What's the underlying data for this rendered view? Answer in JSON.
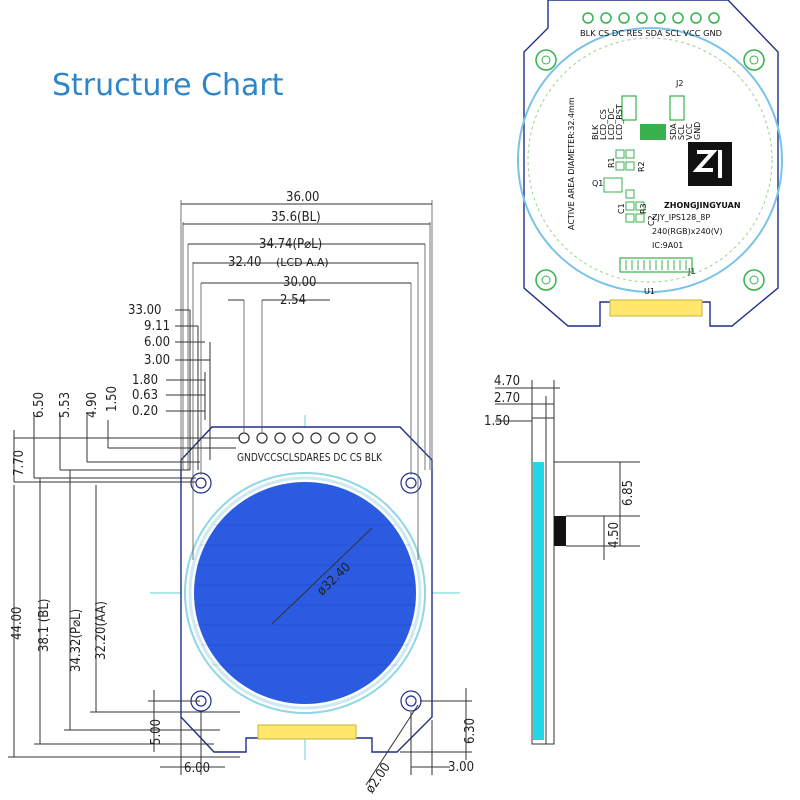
{
  "title": "Structure Chart",
  "front_view": {
    "widths": [
      "36.00",
      "35.6(BL)",
      "34.74(P⌀L)",
      "32.40",
      "(LCD A.A)",
      "30.00",
      "2.54"
    ],
    "left_ys": [
      "33.00",
      "9.11",
      "6.00",
      "3.00",
      "1.80",
      "0.63",
      "0.20"
    ],
    "left_vertical": [
      "6.50",
      "5.53",
      "4.90",
      "1.50",
      "7.70"
    ],
    "heights": [
      "44.00",
      "38.1 (BL)",
      "34.32(P⌀L)",
      "32.20(AA)"
    ],
    "pin_labels": [
      "GND",
      "VCC",
      "SCL",
      "SDA",
      "RES",
      "DC",
      "CS",
      "BLK"
    ],
    "pin_labels_text": "GNDVCCSCLSDARES DC CS BLK",
    "diameter": "ø32.40",
    "bottom": [
      "5.00",
      "6.00",
      "3.00",
      "6.30",
      "ø2.00"
    ]
  },
  "side_view": {
    "dims": [
      "4.70",
      "2.70",
      "1.50",
      "6.85",
      "4.50"
    ]
  },
  "pcb": {
    "pin_row_text": "BLK CS DC RES SDA SCL VCC GND",
    "brand": "ZHONGJINGYUAN",
    "model": "ZJY_IPS128_8P",
    "resolution": "240(RGB)x240(V)",
    "ic": "IC:9A01",
    "active_area": "ACTIVE AREA DIAMETER:32.4mm",
    "refs": [
      "J2",
      "J1",
      "U1",
      "Q1",
      "R1",
      "R2",
      "R3",
      "C1",
      "C2",
      "BLK",
      "LCD_CS",
      "LCD_DC",
      "LCD_RST",
      "SDA",
      "SCL",
      "VCC",
      "GND"
    ]
  },
  "colors": {
    "title": "#2e86c8",
    "panel_blue": "#2b5be0",
    "board_outline": "#1f2f8a",
    "cyan": "#22d8e6",
    "fpc": "#ffe86b",
    "center_line": "#5fd3d8",
    "green": "#37b24d"
  }
}
